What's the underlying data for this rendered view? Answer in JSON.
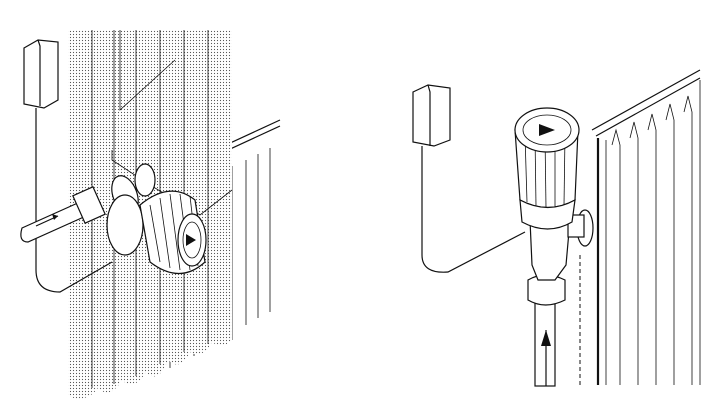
{
  "figure": {
    "panels": [
      {
        "id": "left",
        "description_name": "valve-behind-curtain"
      },
      {
        "id": "right",
        "description_name": "valve-vertical-mount"
      }
    ],
    "colors": {
      "line": "#111111",
      "background": "#ffffff",
      "dots": "#555555"
    }
  }
}
